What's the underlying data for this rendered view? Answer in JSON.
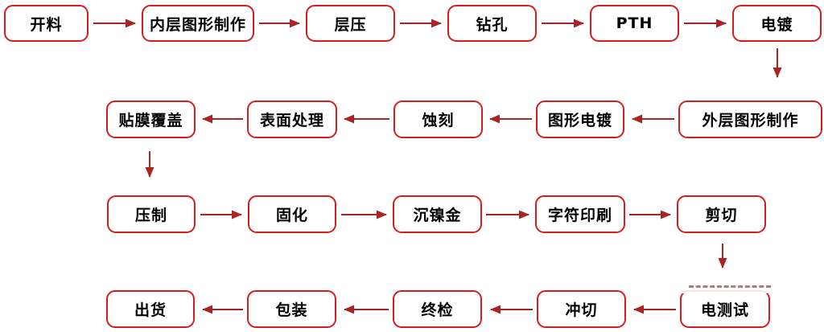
{
  "colors": {
    "box_border": "#d61d1d",
    "arrow": "#a92525",
    "text": "#000000",
    "background": "#ffffff"
  },
  "flowchart": {
    "type": "process-flow",
    "rows": [
      {
        "direction": "left-to-right",
        "nodes": [
          {
            "id": "cutting",
            "label": "开料"
          },
          {
            "id": "inner-layer-imaging",
            "label": "内层图形制作"
          },
          {
            "id": "lamination",
            "label": "层压"
          },
          {
            "id": "drilling",
            "label": "钻孔"
          },
          {
            "id": "pth",
            "label": "PTH"
          },
          {
            "id": "panel-plating",
            "label": "电镀"
          }
        ]
      },
      {
        "direction": "right-to-left",
        "nodes": [
          {
            "id": "outer-layer-imaging",
            "label": "外层图形制作"
          },
          {
            "id": "pattern-plating",
            "label": "图形电镀"
          },
          {
            "id": "etching",
            "label": "蚀刻"
          },
          {
            "id": "surface-finish",
            "label": "表面处理"
          },
          {
            "id": "film-cover",
            "label": "贴膜覆盖"
          }
        ]
      },
      {
        "direction": "left-to-right",
        "nodes": [
          {
            "id": "pressing",
            "label": "压制"
          },
          {
            "id": "curing",
            "label": "固化"
          },
          {
            "id": "enig",
            "label": "沉镍金"
          },
          {
            "id": "legend-printing",
            "label": "字符印刷"
          },
          {
            "id": "shearing",
            "label": "剪切"
          }
        ]
      },
      {
        "direction": "right-to-left",
        "nodes": [
          {
            "id": "electrical-test",
            "label": "电测试"
          },
          {
            "id": "punching",
            "label": "冲切"
          },
          {
            "id": "final-inspection",
            "label": "终检"
          },
          {
            "id": "packaging",
            "label": "包装"
          },
          {
            "id": "shipping",
            "label": "出货"
          }
        ]
      }
    ]
  }
}
